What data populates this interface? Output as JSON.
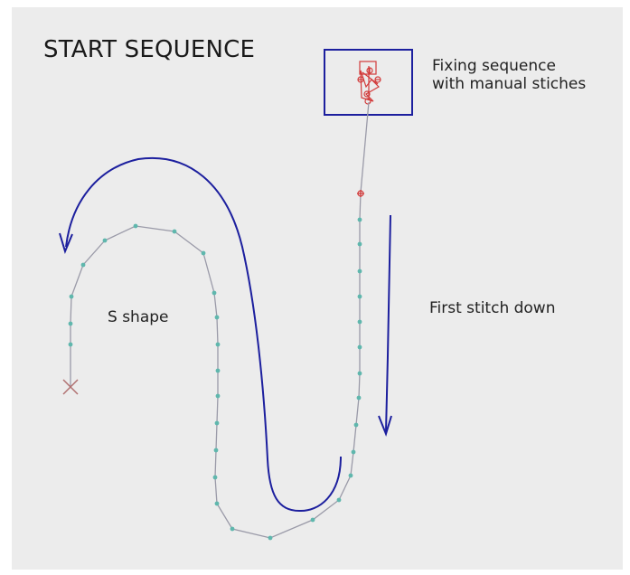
{
  "diagram": {
    "title": "START SEQUENCE",
    "fixing_note": [
      "Fixing sequence",
      "with manual stiches"
    ],
    "first_stitch_note": "First stitch down",
    "s_shape_note": "S shape"
  },
  "colors": {
    "background": "#ececec",
    "annotation": "#1c1f9e",
    "stitch_line": "#9a9aa8",
    "stitch_point": "#5fb7ad",
    "manual_stitch": "#d23b3b",
    "end_marker": "#b07070"
  }
}
